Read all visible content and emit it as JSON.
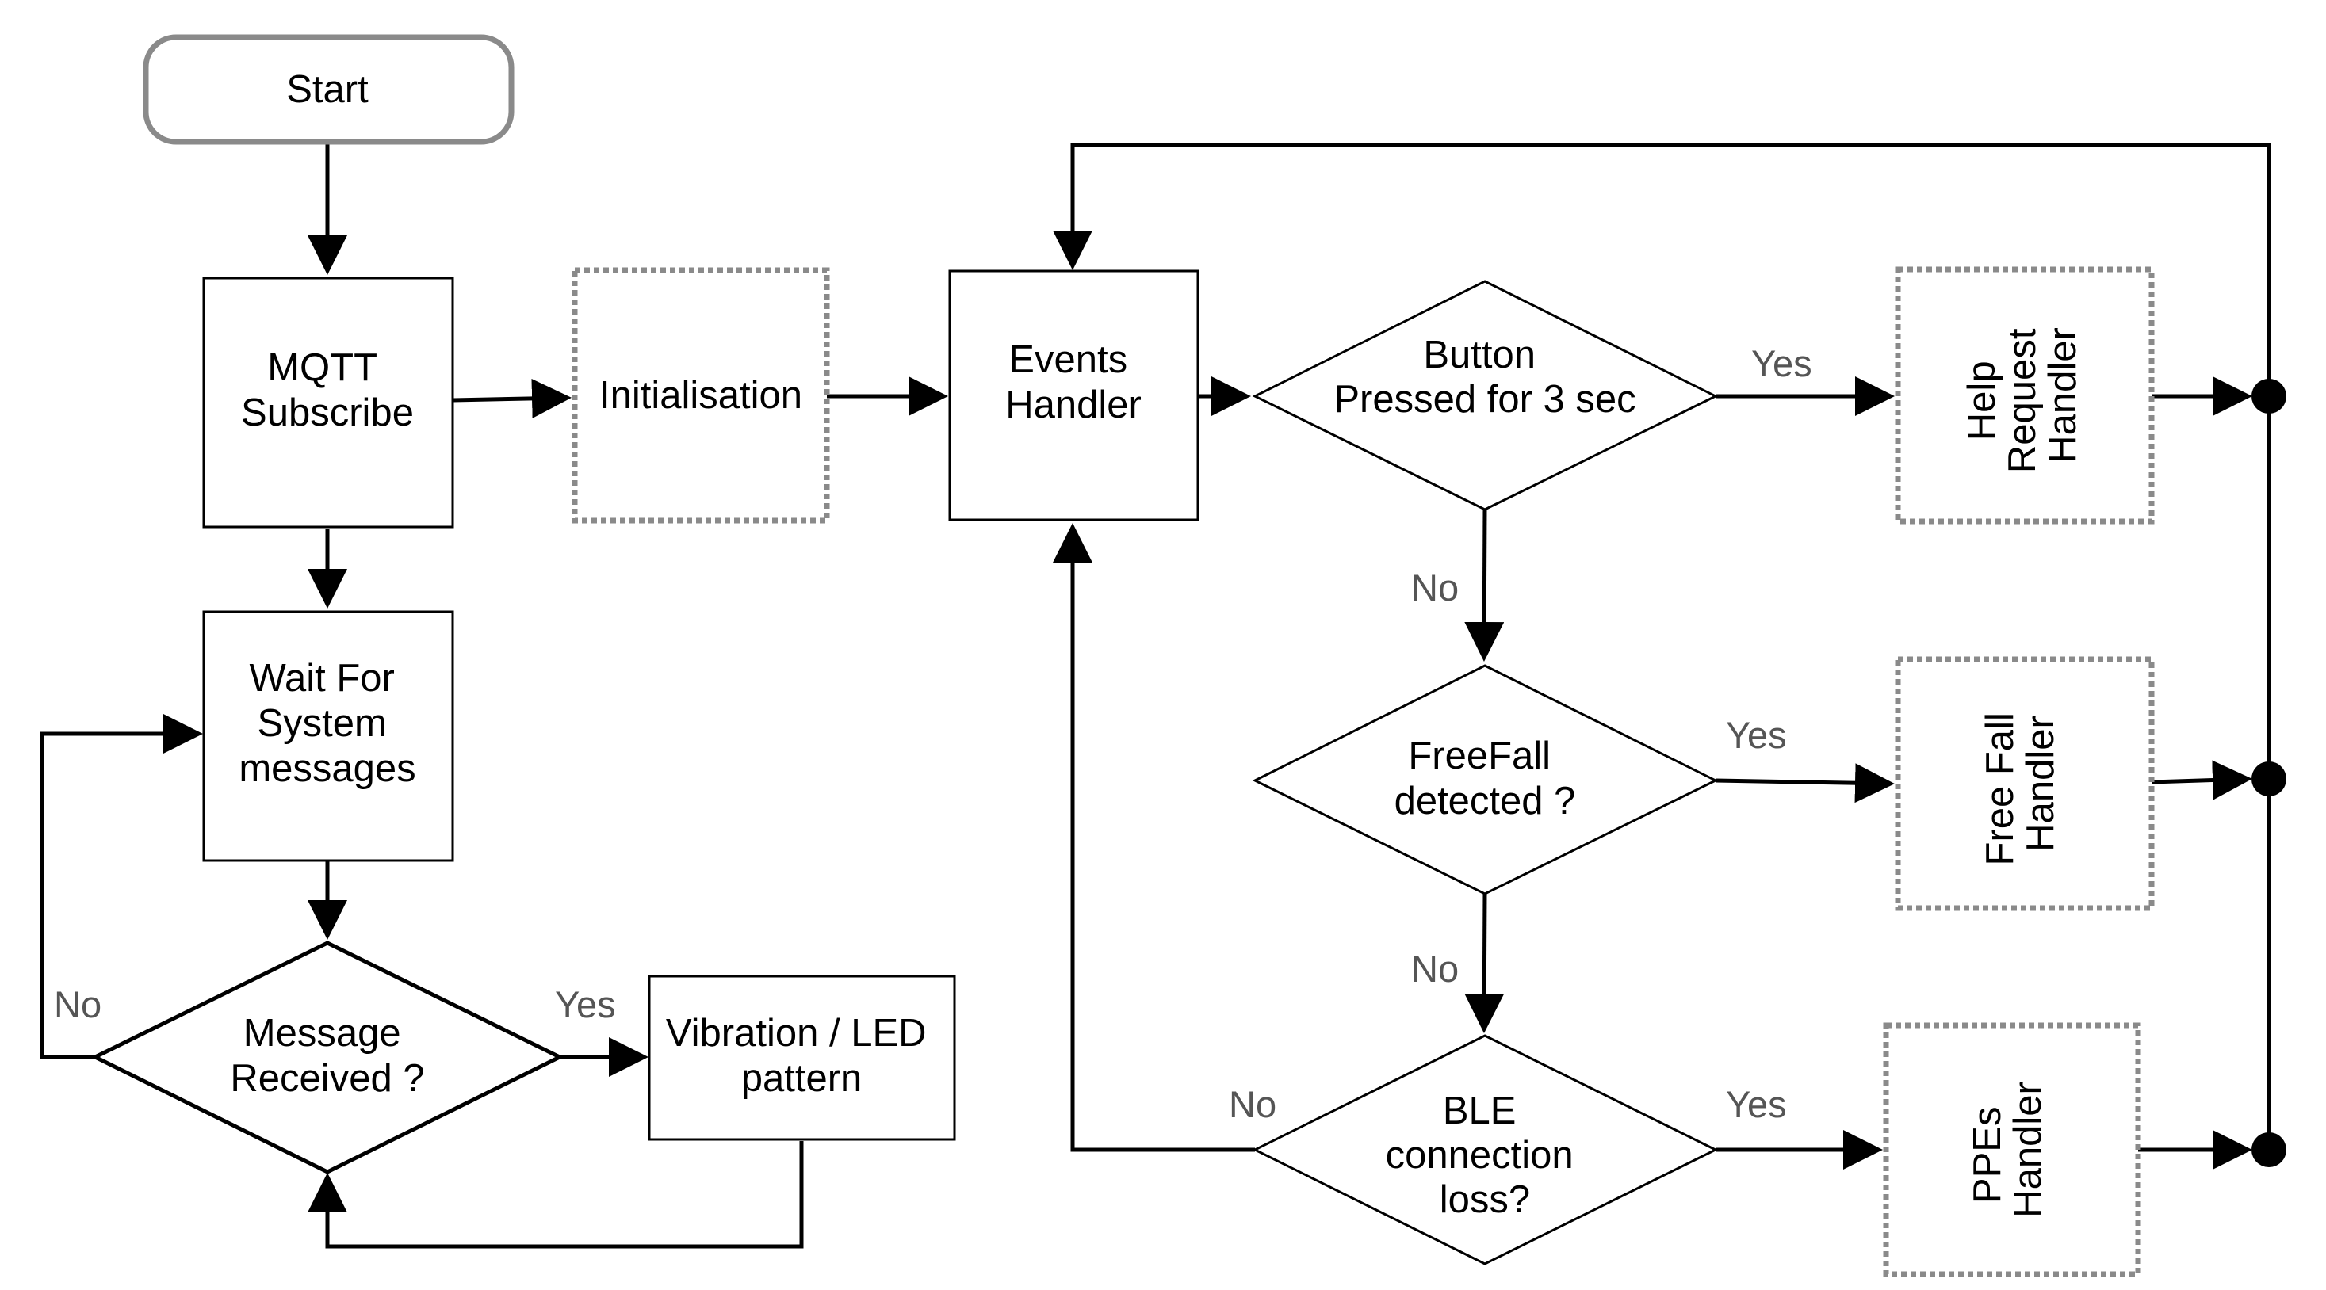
{
  "colors": {
    "line": "#000000",
    "start_border": "#8a8a8a",
    "dashed_border": "#8a8a8a",
    "edge_label": "#555555",
    "background": "#ffffff"
  },
  "nodes": {
    "start": "Start",
    "mqtt": [
      "MQTT",
      "Subscribe"
    ],
    "init": "Initialisation",
    "events": [
      "Events",
      "Handler"
    ],
    "button": [
      "Button",
      "Pressed for 3 sec"
    ],
    "help": [
      "Help",
      "Request",
      "Handler"
    ],
    "freefall": [
      "FreeFall",
      "detected ?"
    ],
    "freefall_handler": [
      "Free Fall",
      "Handler"
    ],
    "ble": [
      "BLE",
      "connection",
      "loss?"
    ],
    "ppes": [
      "PPEs",
      "Handler"
    ],
    "wait": [
      "Wait For",
      "System",
      "messages"
    ],
    "message": [
      "Message",
      "Received ?"
    ],
    "vibration": [
      "Vibration / LED",
      "pattern"
    ]
  },
  "edge_labels": {
    "button_yes": "Yes",
    "button_no": "No",
    "freefall_yes": "Yes",
    "freefall_no": "No",
    "ble_yes": "Yes",
    "ble_no": "No",
    "message_yes": "Yes",
    "message_no": "No"
  }
}
